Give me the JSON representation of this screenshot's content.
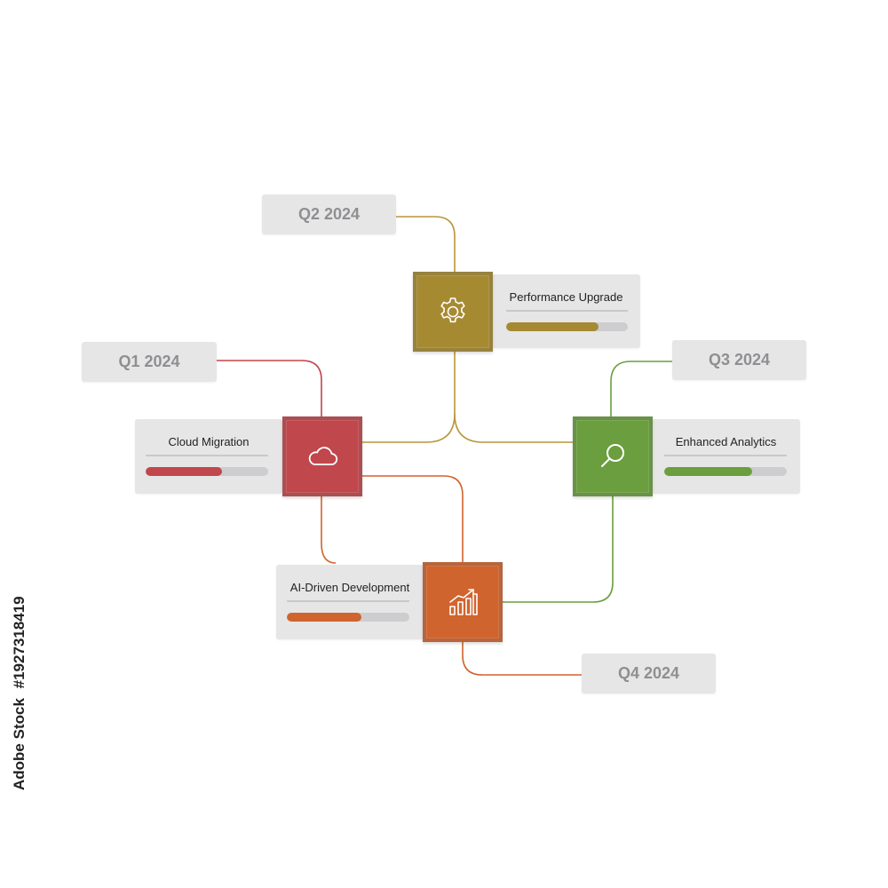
{
  "colors": {
    "cloud": "#c0474c",
    "performance": "#a68a32",
    "analytics": "#6a9e3e",
    "ai": "#d0642e",
    "track": "#cdcdcf",
    "label_bg": "#e6e6e7"
  },
  "quarters": {
    "q1": "Q1 2024",
    "q2": "Q2 2024",
    "q3": "Q3 2024",
    "q4": "Q4 2024"
  },
  "items": {
    "cloud_migration": {
      "title": "Cloud Migration",
      "progress": 0.62,
      "icon": "cloud-icon"
    },
    "performance_upgrade": {
      "title": "Performance Upgrade",
      "progress": 0.76,
      "icon": "gear-icon"
    },
    "enhanced_analytics": {
      "title": "Enhanced Analytics",
      "progress": 0.72,
      "icon": "search-icon"
    },
    "ai_development": {
      "title": "AI-Driven Development",
      "progress": 0.61,
      "icon": "growth-chart-icon"
    }
  },
  "stock_id": "#1927318419",
  "stock_text": "Adobe Stock"
}
